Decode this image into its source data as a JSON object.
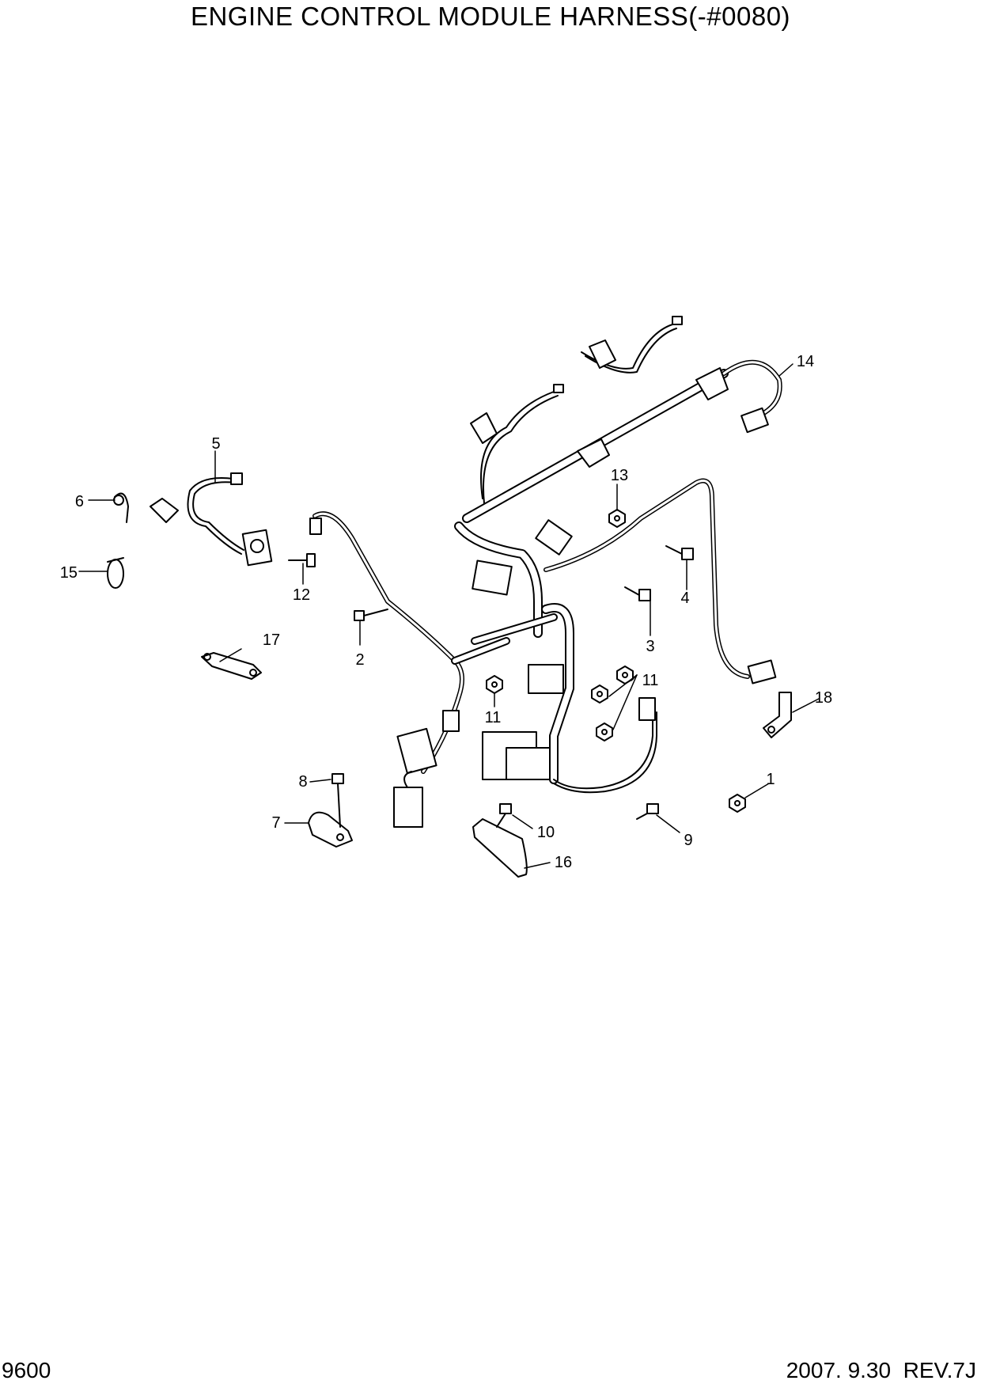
{
  "page": {
    "title": "ENGINE CONTROL MODULE HARNESS(-#0080)",
    "page_number": "9600",
    "revision": "2007. 9.30  REV.7J"
  },
  "callouts": {
    "c1": "1",
    "c2": "2",
    "c3": "3",
    "c4": "4",
    "c5": "5",
    "c6": "6",
    "c7": "7",
    "c8": "8",
    "c9": "9",
    "c10": "10",
    "c11a": "11",
    "c11b": "11",
    "c12": "12",
    "c13": "13",
    "c14": "14",
    "c15": "15",
    "c16": "16",
    "c17": "17",
    "c18": "18"
  }
}
